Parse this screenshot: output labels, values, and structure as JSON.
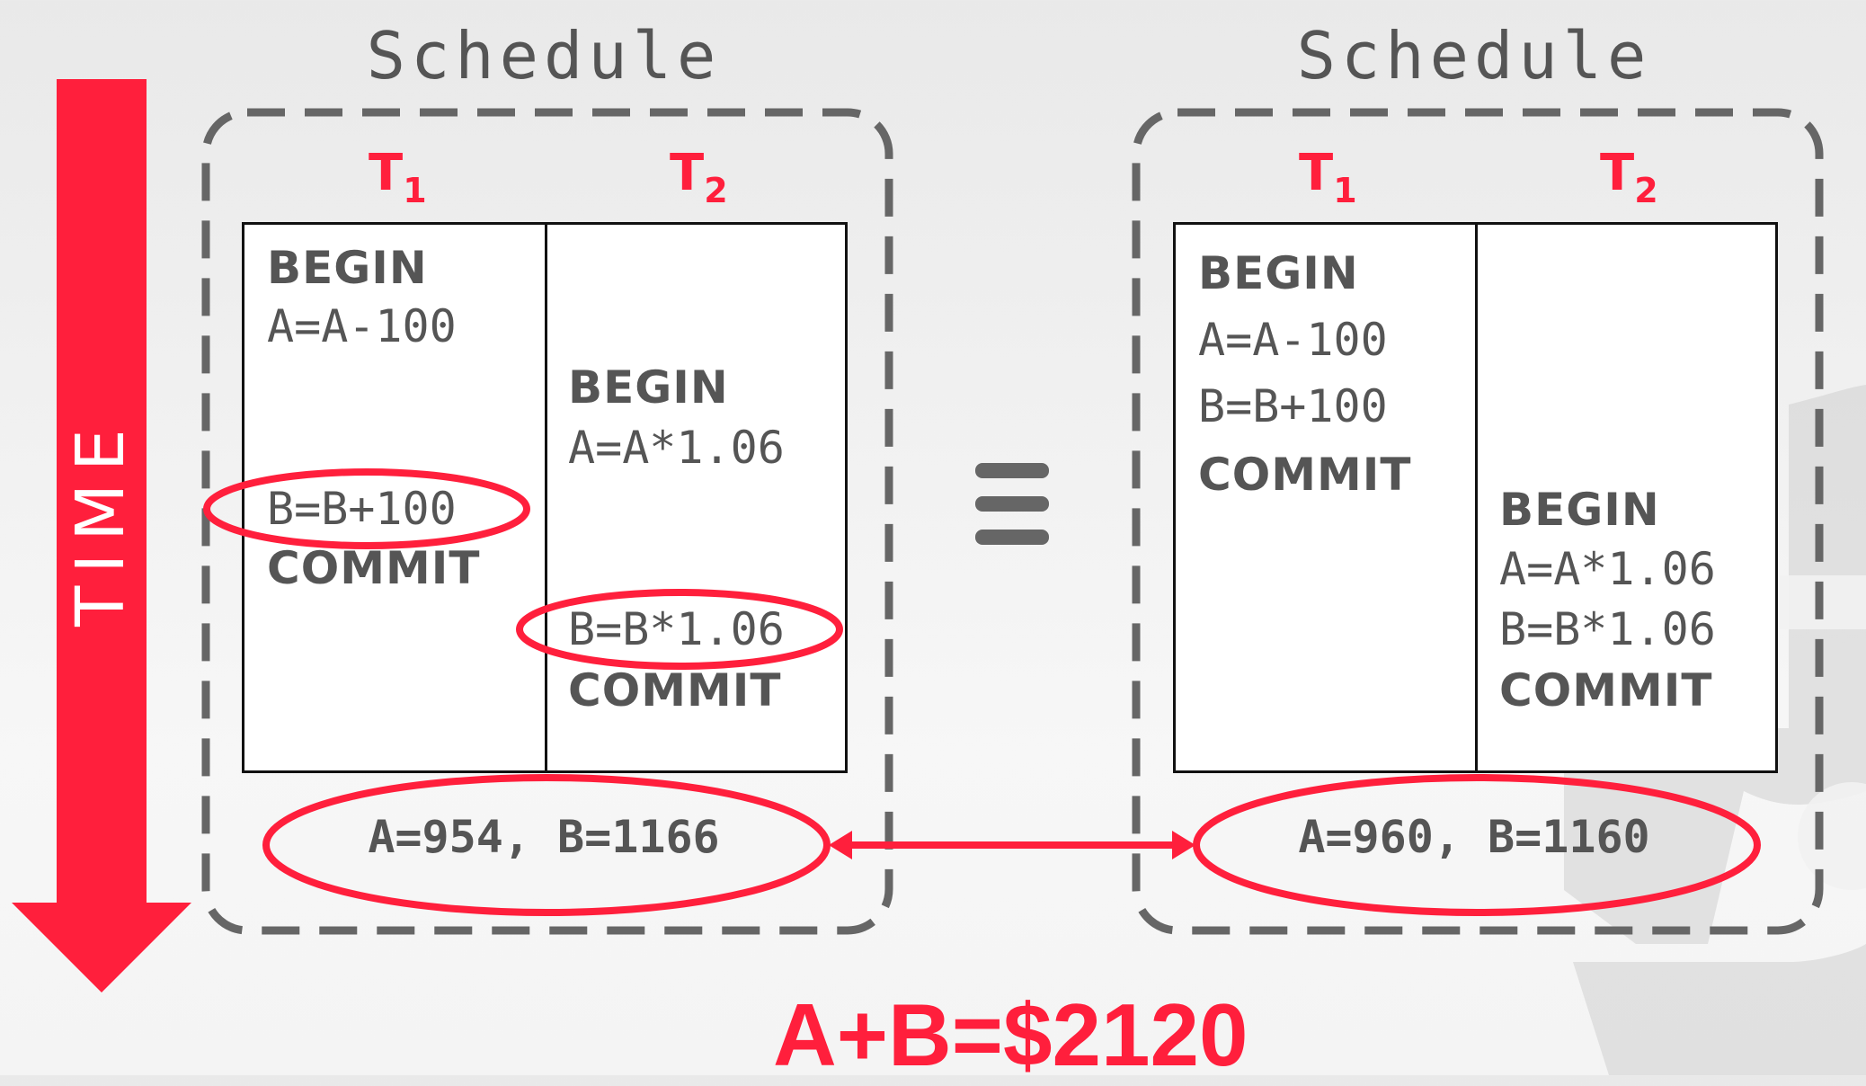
{
  "time_label": "TIME",
  "equivalence_symbol": "≡",
  "sum_label": "A+B=$2120",
  "colors": {
    "accent": "#ff1f3c",
    "text_gray": "#555555",
    "border_gray": "#666666"
  },
  "left_schedule": {
    "title": "Schedule",
    "t1_label": "T",
    "t1_sub": "1",
    "t2_label": "T",
    "t2_sub": "2",
    "t1_ops": [
      "BEGIN",
      "A=A-100",
      "B=B+100",
      "COMMIT"
    ],
    "t2_ops": [
      "BEGIN",
      "A=A*1.06",
      "B=B*1.06",
      "COMMIT"
    ],
    "result": "A=954, B=1166"
  },
  "right_schedule": {
    "title": "Schedule",
    "t1_label": "T",
    "t1_sub": "1",
    "t2_label": "T",
    "t2_sub": "2",
    "t1_ops": [
      "BEGIN",
      "A=A-100",
      "B=B+100",
      "COMMIT"
    ],
    "t2_ops": [
      "BEGIN",
      "A=A*1.06",
      "B=B*1.06",
      "COMMIT"
    ],
    "result": "A=960, B=1160"
  }
}
